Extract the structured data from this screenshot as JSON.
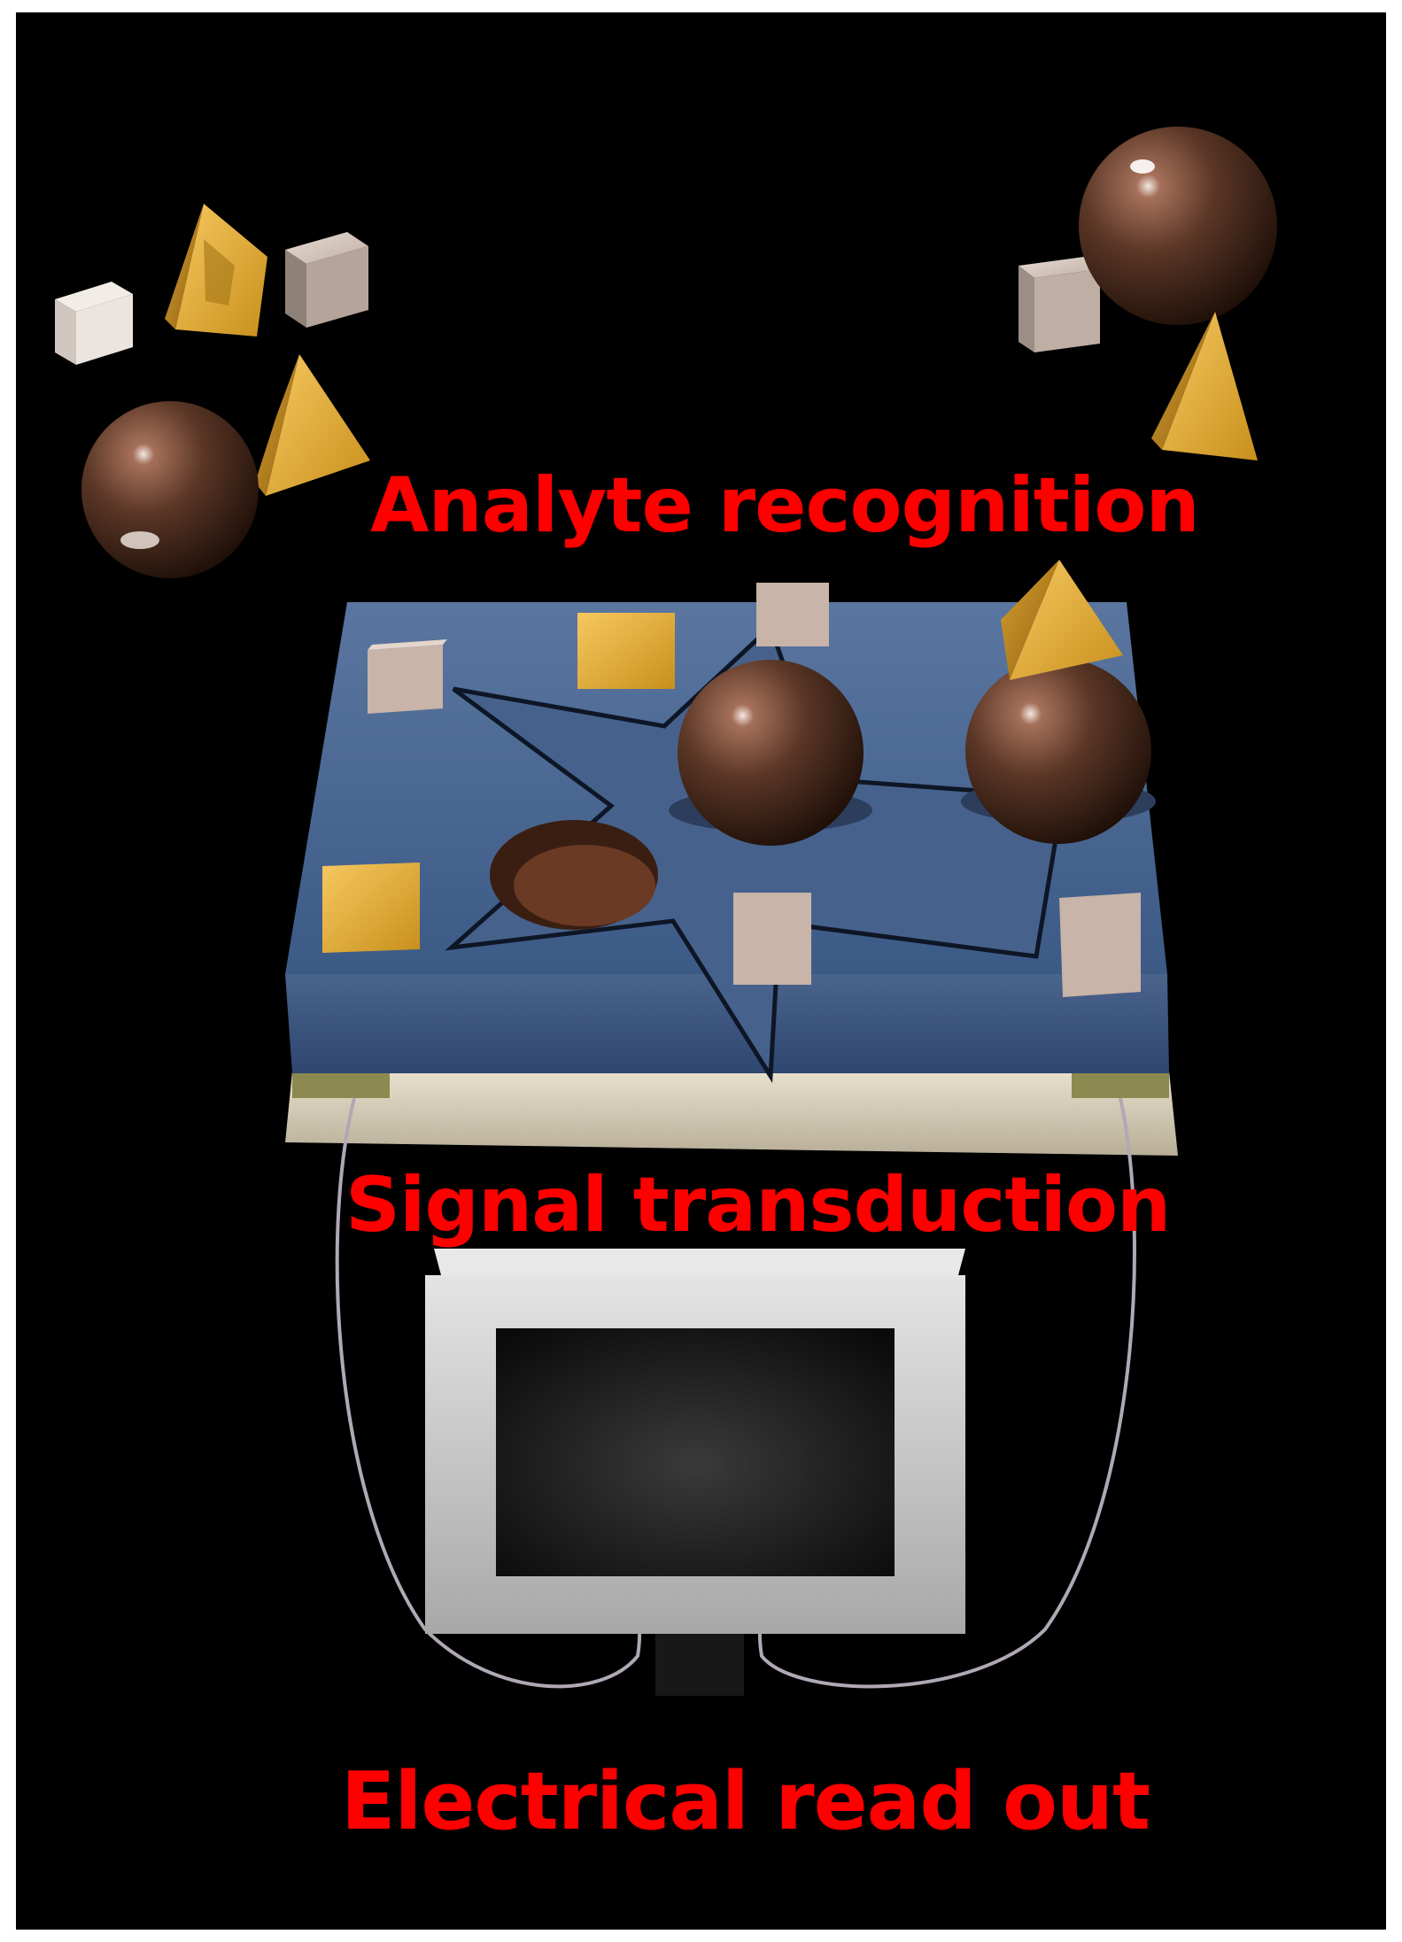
{
  "stages": {
    "recognition": "Analyte recognition",
    "transduction": "Signal transduction",
    "readout": "Electrical read out"
  },
  "colors": {
    "background": "#000000",
    "border": "#ffffff",
    "label": "#ff0000",
    "sensor_surface": "#4d6690",
    "pyramid_gold": "#e0a830",
    "cube_beige": "#c8b4a8",
    "sphere_brown": "#5a3626",
    "monitor_silver": "#c8c8c8"
  },
  "icons": [
    "pyramid-icon",
    "cube-icon",
    "sphere-icon",
    "monitor-icon",
    "wire-icon"
  ]
}
